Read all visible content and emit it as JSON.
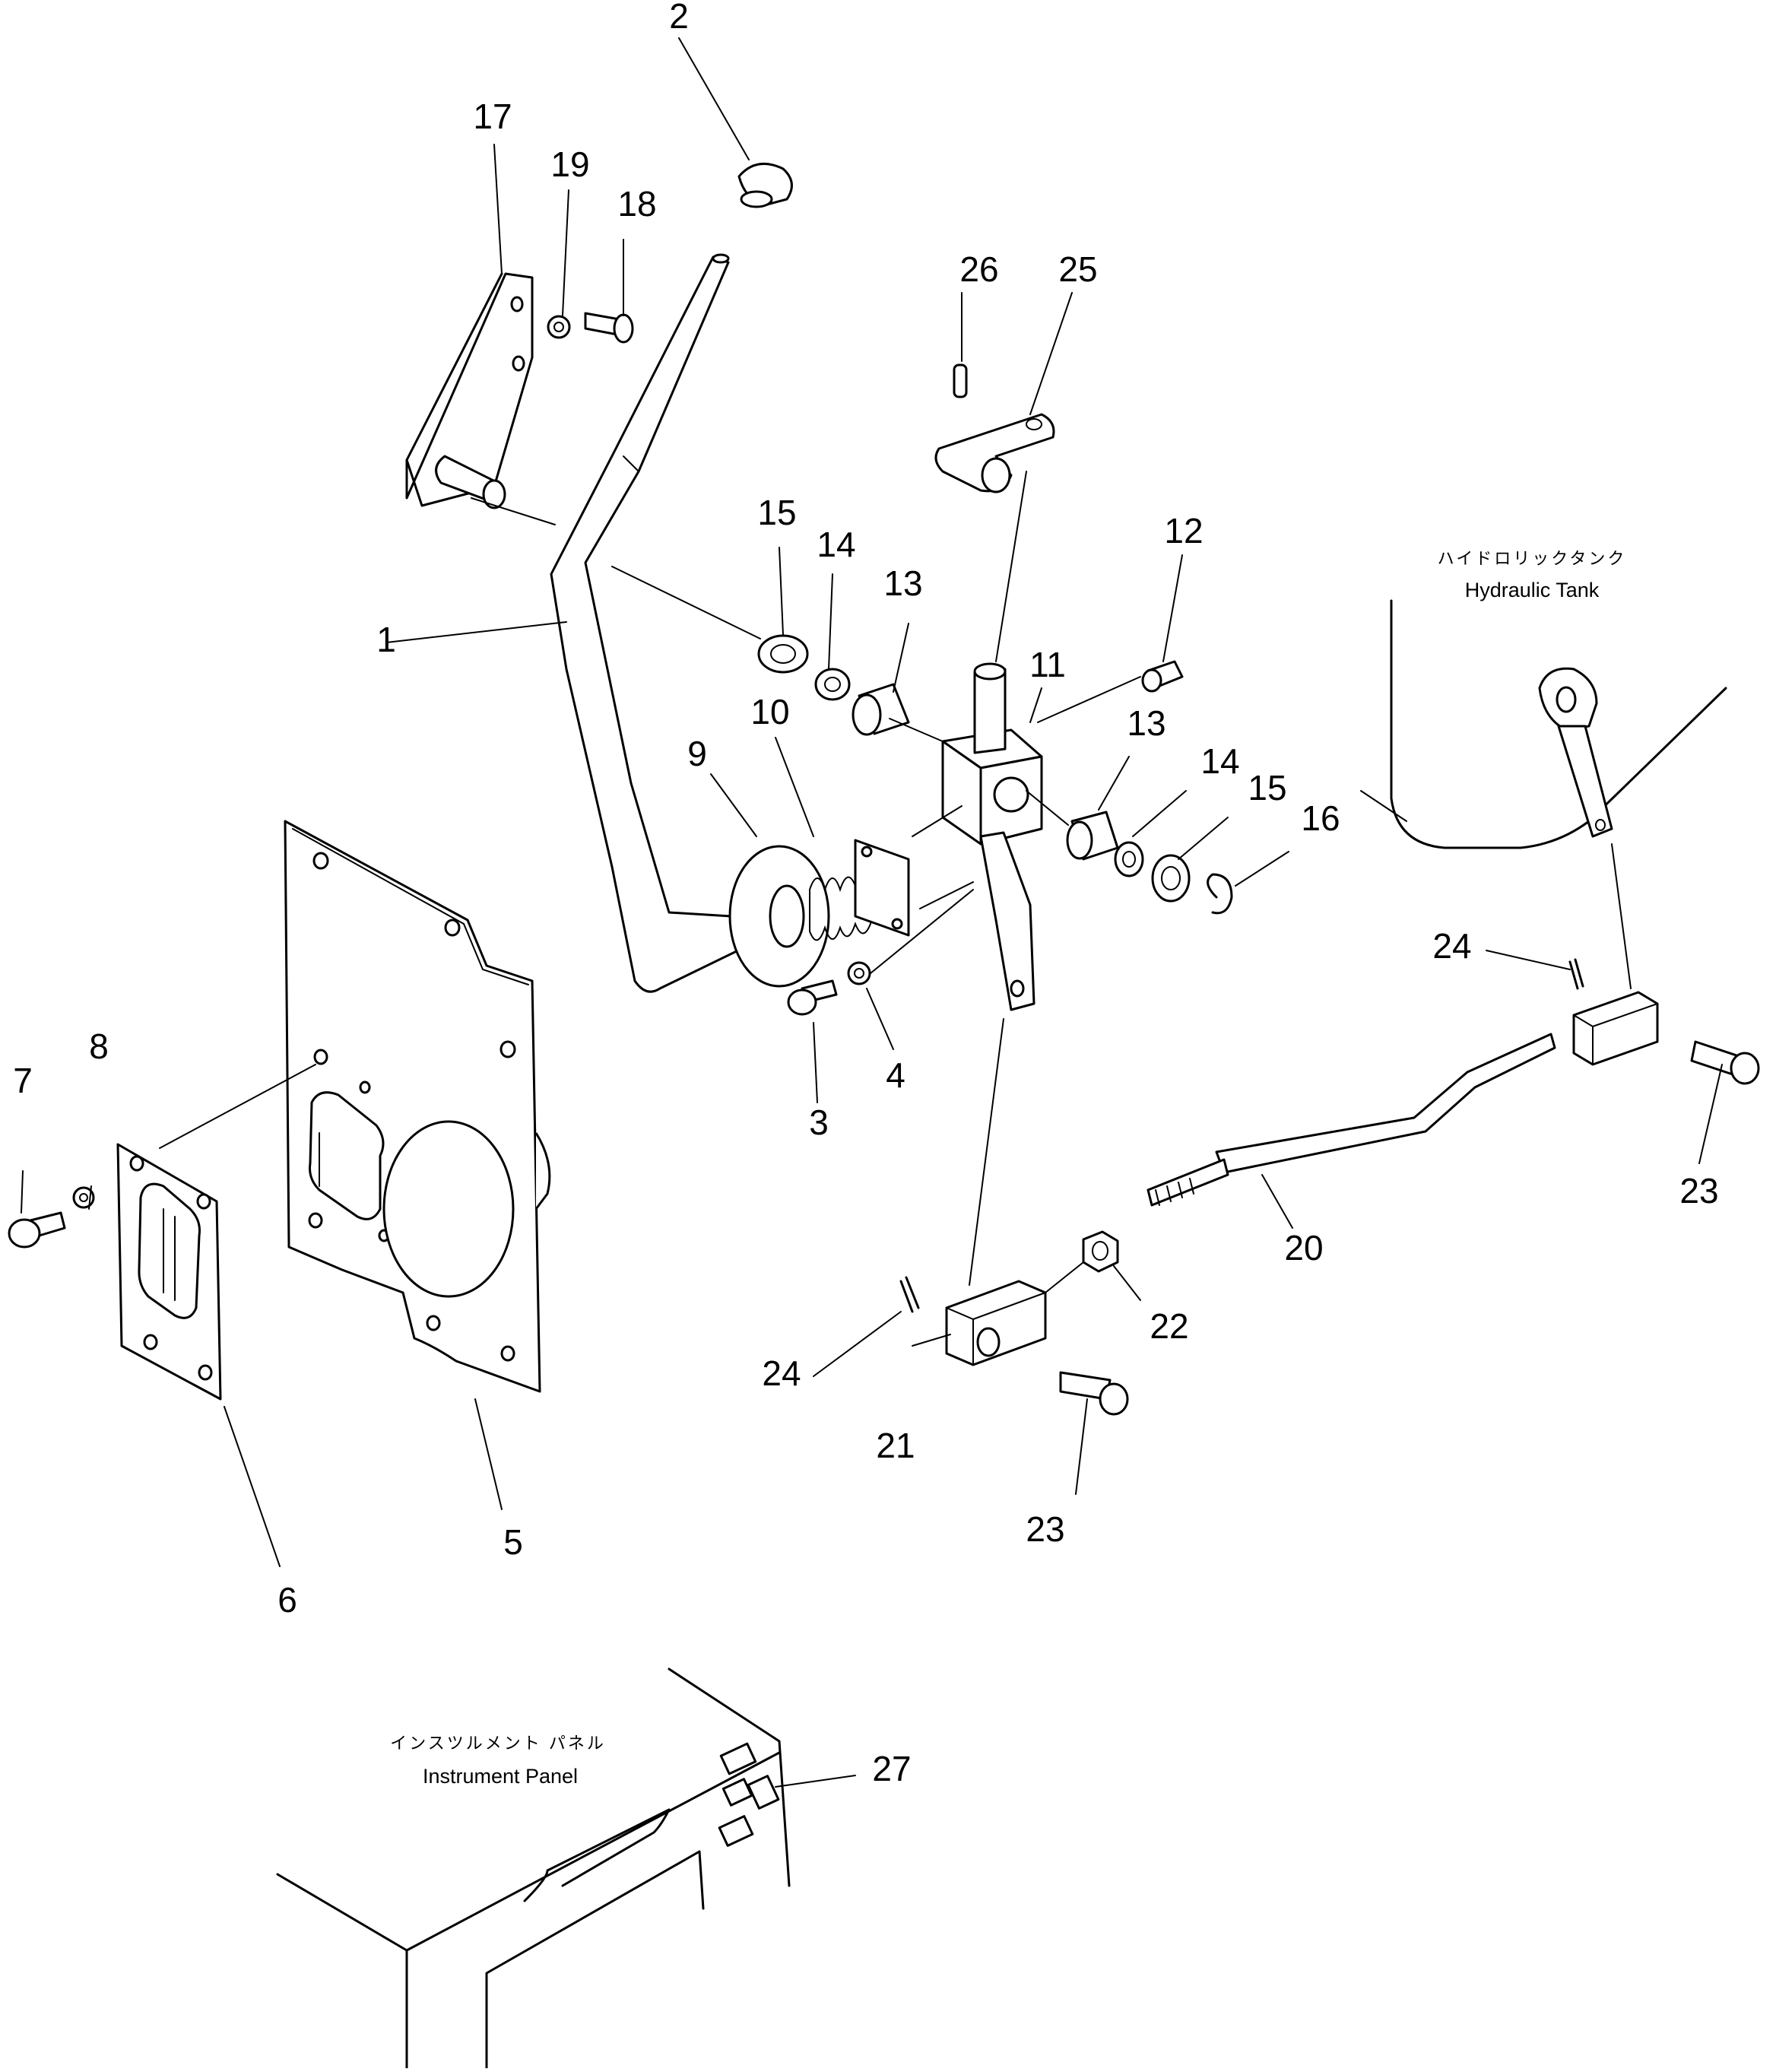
{
  "callouts": [
    "1",
    "2",
    "3",
    "4",
    "5",
    "6",
    "7",
    "8",
    "9",
    "10",
    "11",
    "12",
    "13",
    "13",
    "14",
    "14",
    "15",
    "15",
    "16",
    "17",
    "18",
    "19",
    "20",
    "21",
    "22",
    "23",
    "23",
    "24",
    "24",
    "25",
    "26",
    "27"
  ],
  "captions": {
    "hydraulic_tank_jp": "ハイドロリックタンク",
    "hydraulic_tank_en": "Hydraulic Tank",
    "instrument_panel_jp": "インスツルメント パネル",
    "instrument_panel_en": "Instrument Panel"
  },
  "colors": {
    "line": "#000000",
    "background": "#ffffff"
  }
}
